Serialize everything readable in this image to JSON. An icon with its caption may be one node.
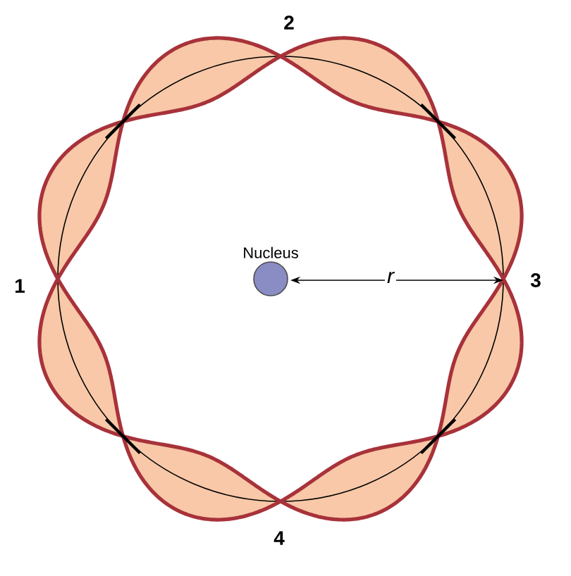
{
  "diagram": {
    "nodes": [
      {
        "text": [
          "Nucleus"
        ]
      }
    ],
    "labels": [
      "1",
      "2",
      "3",
      "4",
      "r"
    ]
  }
}
